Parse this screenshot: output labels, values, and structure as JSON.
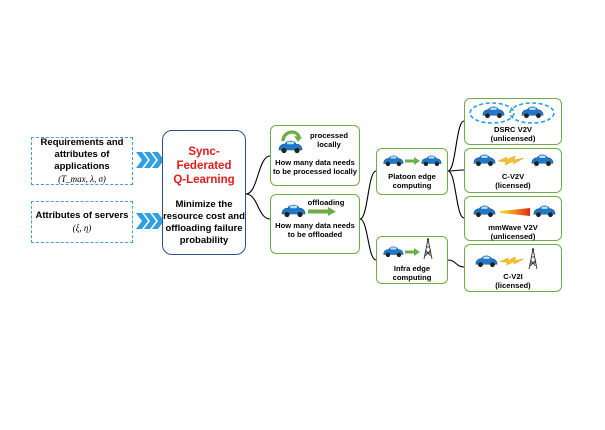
{
  "inputs": {
    "requirements_text": "Requirements and attributes of applications",
    "requirements_params": "(T_max, λ, σ)",
    "servers_text": "Attributes of servers",
    "servers_params": "(ξ, η)"
  },
  "center": {
    "title_line1": "Sync-Federated",
    "title_line2": "Q-Learning",
    "description": "Minimize the resource cost and offloading failure probability"
  },
  "decisions": {
    "local_icon_label": "processed locally",
    "local_caption": "How many data needs to be processed locally",
    "offload_icon_label": "offloading",
    "offload_caption": "How many data needs to be offloaded"
  },
  "computing": {
    "platoon": "Platoon edge computing",
    "infra": "Infra edge computing"
  },
  "links": {
    "dsrc": "DSRC V2V",
    "dsrc_note": "(unlicensed)",
    "cv2v": "C-V2V",
    "cv2v_note": "(licensed)",
    "mmwave": "mmWave V2V",
    "mmwave_note": "(unlicensed)",
    "cv2i": "C-V2I",
    "cv2i_note": "(licensed)"
  },
  "colors": {
    "input_border": "#3aa3d6",
    "center_border": "#2f4f8f",
    "title_red": "#e31b1b",
    "green_border": "#70ad47",
    "car_blue": "#1f78c8",
    "arrow_green": "#70ad47"
  },
  "icons": [
    "chevron-arrow-icon",
    "car-icon",
    "curved-arrow-icon",
    "right-arrow-icon",
    "signal-tower-icon",
    "lightning-signal-icon",
    "mmwave-beam-icon",
    "dsrc-range-icon"
  ]
}
